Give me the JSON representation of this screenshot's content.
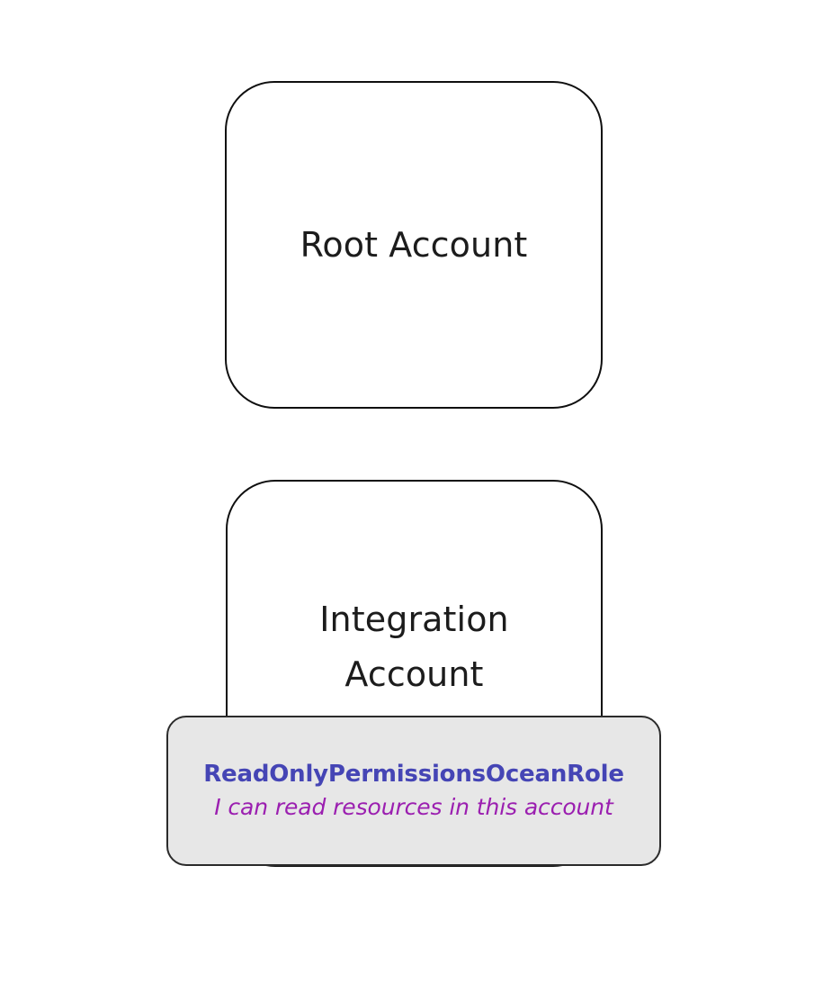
{
  "diagram": {
    "background_color": "#ffffff",
    "nodes": [
      {
        "id": "root-account",
        "label": "Root Account",
        "type": "account-container",
        "fill_color": "#ffffff",
        "border_color": "#0f0f0f",
        "text_color": "#1c1c1c"
      },
      {
        "id": "integration-account",
        "label": "Integration\nAccount",
        "type": "account-container",
        "fill_color": "#ffffff",
        "border_color": "#0f0f0f",
        "text_color": "#1c1c1c"
      },
      {
        "id": "readonly-role",
        "name": "ReadOnlyPermissionsOceanRole",
        "description": "I can read resources in this account",
        "type": "iam-role",
        "fill_color": "#e7e7e7",
        "border_color": "#2b2b2b",
        "name_color": "#4545b5",
        "description_color": "#9b1fb0"
      }
    ]
  }
}
